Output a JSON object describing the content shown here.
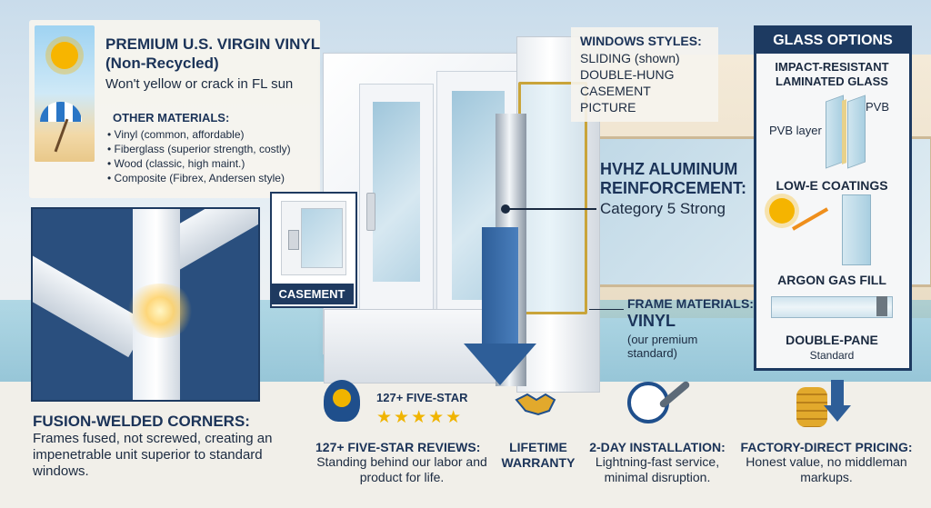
{
  "premium": {
    "title": "PREMIUM U.S. VIRGIN VINYL (Non-Recycled)",
    "subtitle": "Won't yellow or crack in FL sun",
    "other_title": "OTHER MATERIALS:",
    "other_items": [
      "Vinyl (common, affordable)",
      "Fiberglass (superior strength, costly)",
      "Wood (classic, high maint.)",
      "Composite (Fibrex, Andersen style)"
    ]
  },
  "fusion": {
    "title": "FUSION-WELDED CORNERS:",
    "text": "Frames fused, not screwed, creating an impenetrable unit superior to standard windows."
  },
  "casement_label": "CASEMENT",
  "window_styles": {
    "title": "WINDOWS STYLES:",
    "items": [
      "SLIDING (shown)",
      "DOUBLE-HUNG",
      "CASEMENT",
      "PICTURE"
    ]
  },
  "hvhz": {
    "title": "HVHZ ALUMINUM REINFORCEMENT:",
    "text": "Category 5 Strong"
  },
  "frame": {
    "title": "FRAME MATERIALS:",
    "value": "VINYL",
    "note": "(our premium standard)"
  },
  "glass_options": {
    "title": "GLASS OPTIONS",
    "impact": "IMPACT-RESISTANT LAMINATED GLASS",
    "pvb_right": "PVB",
    "pvb_left": "PVB layer",
    "lowe": "LOW-E COATINGS",
    "argon": "ARGON GAS FILL",
    "double": "DOUBLE-PANE",
    "standard": "Standard"
  },
  "features": {
    "badge": "127+ FIVE-STAR",
    "stars": "★★★★★",
    "reviews_title": "127+ FIVE-STAR REVIEWS:",
    "reviews_text": "Standing behind our labor and product for life.",
    "lifetime": "LIFETIME WARRANTY",
    "install_title": "2-DAY INSTALLATION:",
    "install_text": "Lightning-fast service, minimal disruption.",
    "pricing_title": "FACTORY-DIRECT PRICING:",
    "pricing_text": "Honest value, no middleman markups."
  },
  "icons": {
    "sun": "sun-icon",
    "umbrella": "beach-umbrella-icon",
    "ribbon": "award-ribbon-icon",
    "handshake": "handshake-icon",
    "clock": "clock-icon",
    "wrench": "wrench-icon",
    "coins": "coins-icon",
    "arrow": "down-arrow-icon"
  },
  "colors": {
    "navy": "#1b3358",
    "accent_blue": "#2e5e98",
    "gold": "#f0b400"
  }
}
